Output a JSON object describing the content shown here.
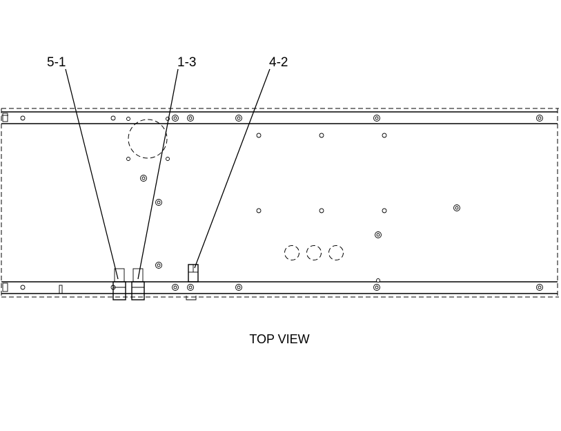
{
  "drawing": {
    "view_title": "TOP VIEW",
    "callouts": [
      {
        "id": "callout-5-1",
        "label": "5-1"
      },
      {
        "id": "callout-1-3",
        "label": "1-3"
      },
      {
        "id": "callout-4-2",
        "label": "4-2"
      }
    ],
    "line_color": "#000000",
    "background_color": "#ffffff"
  }
}
